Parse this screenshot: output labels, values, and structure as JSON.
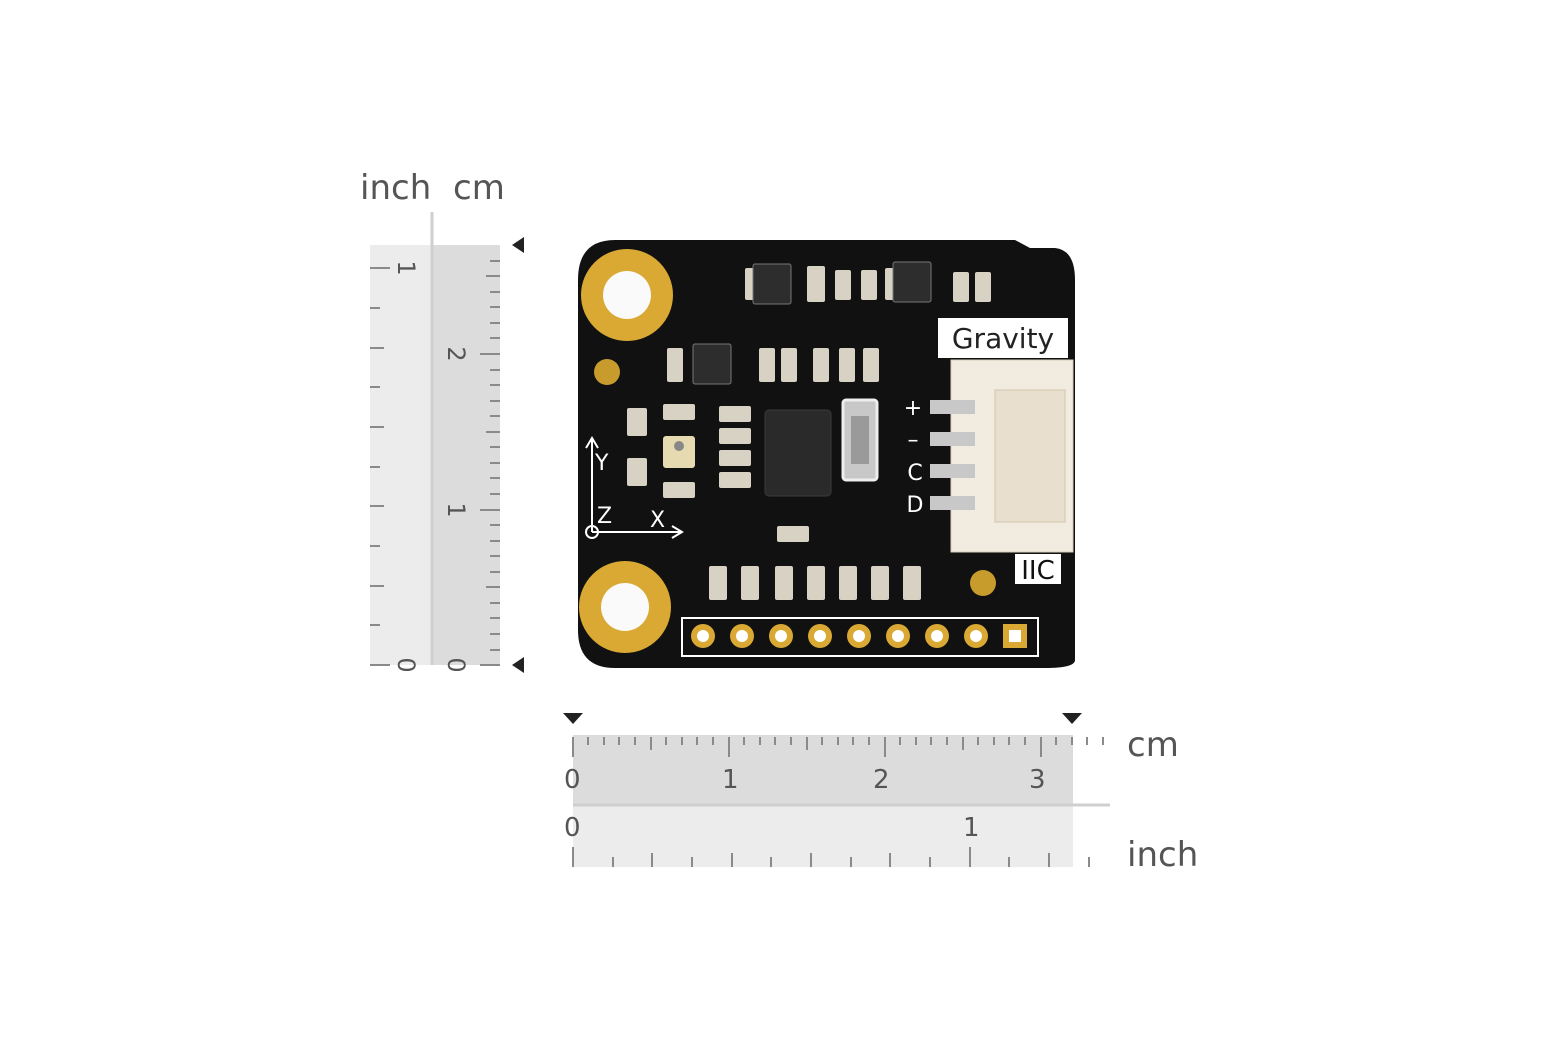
{
  "vertical_ruler": {
    "unit_left": "inch",
    "unit_right": "cm",
    "inch_ticks": [
      "0",
      "1"
    ],
    "cm_ticks": [
      "0",
      "1",
      "2"
    ]
  },
  "horizontal_ruler": {
    "unit_top": "cm",
    "unit_bottom": "inch",
    "cm_ticks": [
      "0",
      "1",
      "2",
      "3"
    ],
    "inch_ticks": [
      "0",
      "1"
    ]
  },
  "board": {
    "gravity_label": "Gravity",
    "iic_label": "IIC",
    "pin_plus": "+",
    "pin_minus": "–",
    "pin_c": "C",
    "pin_d": "D",
    "axis_y": "Y",
    "axis_x": "X",
    "axis_z": "Z"
  },
  "colors": {
    "pcb": "#111111",
    "gold": "#d9a934",
    "ruler_dark": "#dcdcdc",
    "ruler_light": "#ececec",
    "connector": "#f2ebe0"
  }
}
